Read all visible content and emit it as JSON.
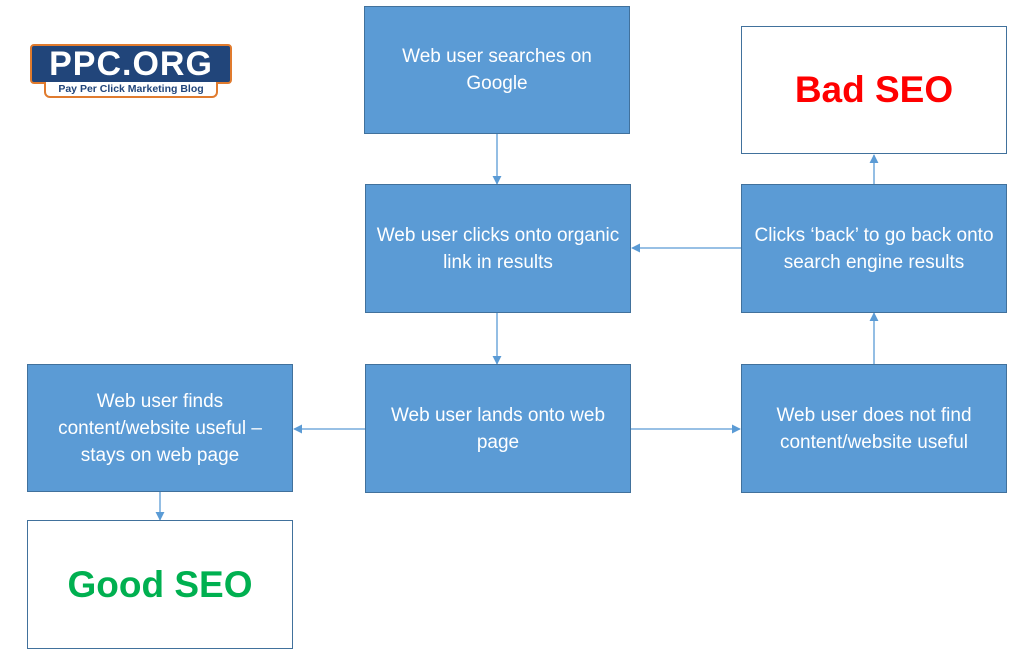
{
  "logo": {
    "title": "PPC.ORG",
    "tagline": "Pay Per Click Marketing Blog"
  },
  "nodes": {
    "search": "Web user searches on Google",
    "clicks": "Web user clicks onto organic link in results",
    "lands": "Web user lands onto web page",
    "finds": "Web user finds content/website useful – stays on web page",
    "not_find": "Web user does not find content/website useful",
    "back": "Clicks ‘back’ to go back onto search engine results",
    "bad_seo": "Bad SEO",
    "good_seo": "Good SEO"
  },
  "colors": {
    "box_fill": "#5b9bd5",
    "box_border": "#41719c",
    "bad": "#ff0000",
    "good": "#00b050"
  }
}
